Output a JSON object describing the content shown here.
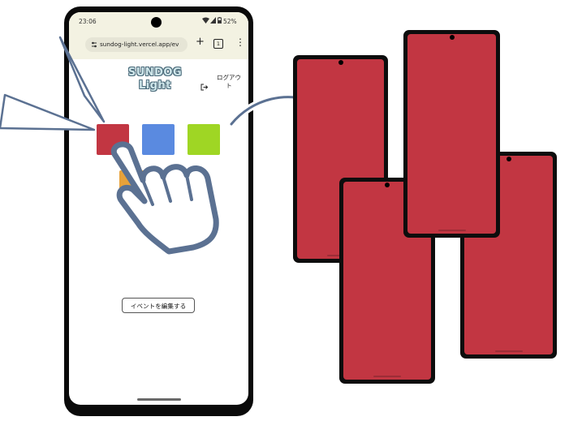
{
  "status_bar": {
    "time": "23:06",
    "battery": "52%"
  },
  "browser": {
    "url": "sundog-light.vercel.app/ev",
    "new_tab_label": "+",
    "tab_count": "1",
    "menu_label": "⋮"
  },
  "app": {
    "logo_line1": "SUNDOG",
    "logo_line2": "Light",
    "logout_label": "ログアウト",
    "logout_line1": "ログアウ",
    "logout_line2": "ト",
    "edit_button_label": "イベントを編集する"
  },
  "colors": {
    "swatches": [
      "#c23642",
      "#5a8ae0",
      "#9fd624",
      "#e8a23a"
    ],
    "broadcast_color": "#c23642",
    "illustration_outline": "#5b7192"
  },
  "illustration": {
    "remote_phone_count": 4,
    "icons": [
      "tap-hand-icon",
      "curved-arrow-icon",
      "motion-burst-icon"
    ]
  }
}
